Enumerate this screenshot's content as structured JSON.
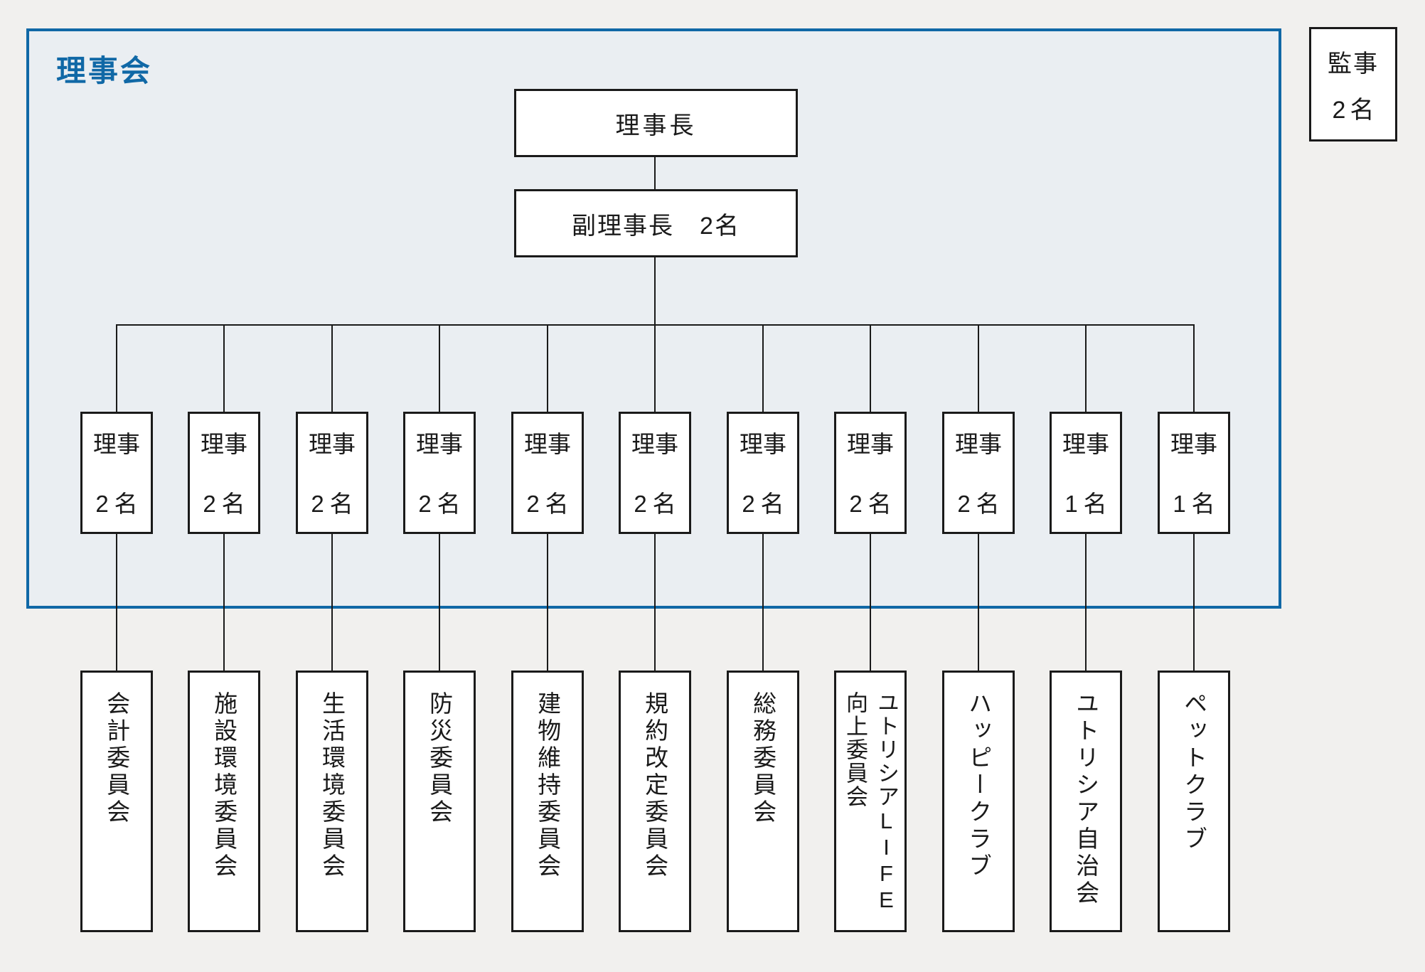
{
  "page": {
    "background_color": "#f1f0ee",
    "accent_color": "#1068a6",
    "board_fill_color": "#eaeef2"
  },
  "board": {
    "title": "理事会",
    "chairman_label": "理事長",
    "vice_chairman_label": "副理事長　2名"
  },
  "auditor": {
    "title": "監事",
    "count": "2名"
  },
  "columns": [
    {
      "role": "理事",
      "count": "2名",
      "committee": "会計委員会"
    },
    {
      "role": "理事",
      "count": "2名",
      "committee": "施設環境委員会"
    },
    {
      "role": "理事",
      "count": "2名",
      "committee": "生活環境委員会"
    },
    {
      "role": "理事",
      "count": "2名",
      "committee": "防災委員会"
    },
    {
      "role": "理事",
      "count": "2名",
      "committee": "建物維持委員会"
    },
    {
      "role": "理事",
      "count": "2名",
      "committee": "規約改定委員会"
    },
    {
      "role": "理事",
      "count": "2名",
      "committee": "総務委員会"
    },
    {
      "role": "理事",
      "count": "2名",
      "committee": "ユトリシアLIFE\n向上委員会"
    },
    {
      "role": "理事",
      "count": "2名",
      "committee": "ハッピークラブ"
    },
    {
      "role": "理事",
      "count": "1名",
      "committee": "ユトリシア自治会"
    },
    {
      "role": "理事",
      "count": "1名",
      "committee": "ペットクラブ"
    }
  ]
}
